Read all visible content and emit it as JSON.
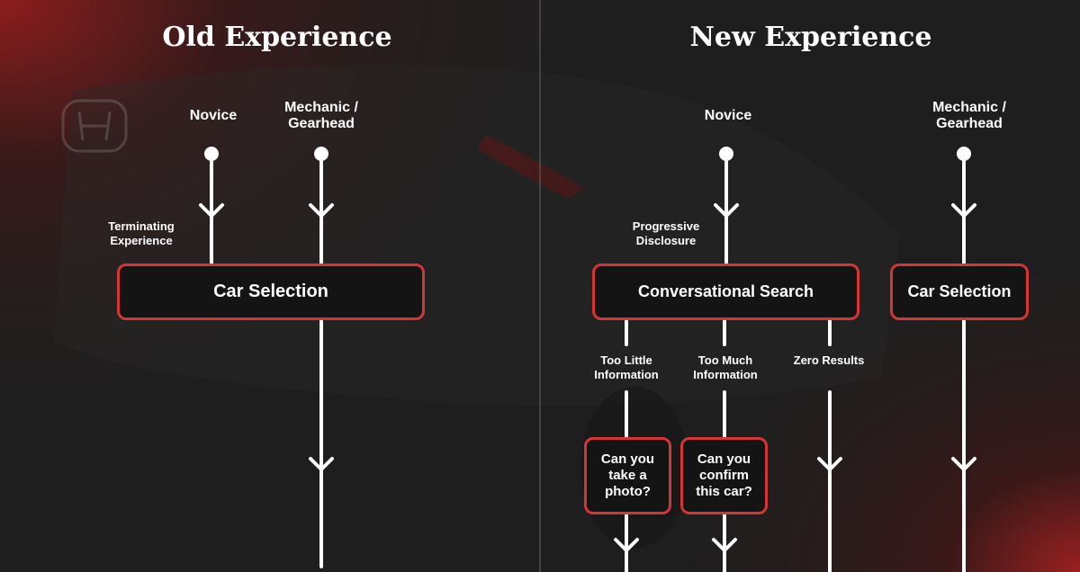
{
  "old": {
    "title": "Old Experience",
    "persona_novice": "Novice",
    "persona_mechanic": "Mechanic / Gearhead",
    "annotation": "Terminating Experience",
    "box": "Car Selection"
  },
  "new": {
    "title": "New Experience",
    "persona_novice": "Novice",
    "persona_mechanic": "Mechanic / Gearhead",
    "annotation": "Progressive Disclosure",
    "box_search": "Conversational Search",
    "box_selection": "Car Selection",
    "branch_too_little": "Too Little Information",
    "branch_too_much": "Too Much Information",
    "branch_zero": "Zero Results",
    "question_photo": "Can you take a photo?",
    "question_confirm": "Can you confirm this car?"
  },
  "colors": {
    "accent": "#d63535",
    "background": "#1e1e1e",
    "line": "#ffffff"
  }
}
